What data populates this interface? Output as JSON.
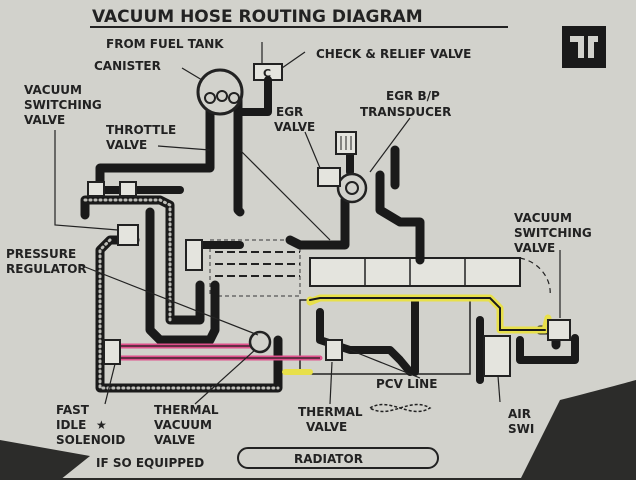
{
  "title": "VACUUM HOSE ROUTING DIAGRAM",
  "labels": {
    "from_fuel_tank": "FROM FUEL TANK",
    "check_relief_valve": "CHECK & RELIEF VALVE",
    "canister": "CANISTER",
    "vacuum_switching_valve_left_1": "VACUUM",
    "vacuum_switching_valve_left_2": "SWITCHING",
    "vacuum_switching_valve_left_3": "VALVE",
    "throttle_valve_1": "THROTTLE",
    "throttle_valve_2": "VALVE",
    "egr_valve_1": "EGR",
    "egr_valve_2": "VALVE",
    "egr_bp_1": "EGR B/P",
    "egr_bp_2": "TRANSDUCER",
    "pressure_regulator_1": "PRESSURE",
    "pressure_regulator_2": "REGULATOR",
    "vacuum_switching_valve_right_1": "VACUUM",
    "vacuum_switching_valve_right_2": "SWITCHING",
    "vacuum_switching_valve_right_3": "VALVE",
    "pcv_line": "PCV LINE",
    "fast_idle_1": "FAST",
    "fast_idle_2": "IDLE",
    "fast_idle_3": "SOLENOID",
    "thermal_vacuum_valve_1": "THERMAL",
    "thermal_vacuum_valve_2": "VACUUM",
    "thermal_vacuum_valve_3": "VALVE",
    "thermal_valve_1": "THERMAL",
    "thermal_valve_2": "VALVE",
    "air_switch_1": "AIR",
    "air_switch_2": "SWI",
    "if_so_equipped": "IF SO EQUIPPED",
    "radiator": "RADIATOR",
    "check_valve_mark": "C",
    "star_mark": "★"
  },
  "icons": {
    "logo": "isuzu-logo-icon"
  },
  "colors": {
    "placard": "#d2d2cc",
    "ink": "#1a1a1a",
    "highlight_yellow": "#e8e04a",
    "highlight_pink": "#e0508c"
  }
}
